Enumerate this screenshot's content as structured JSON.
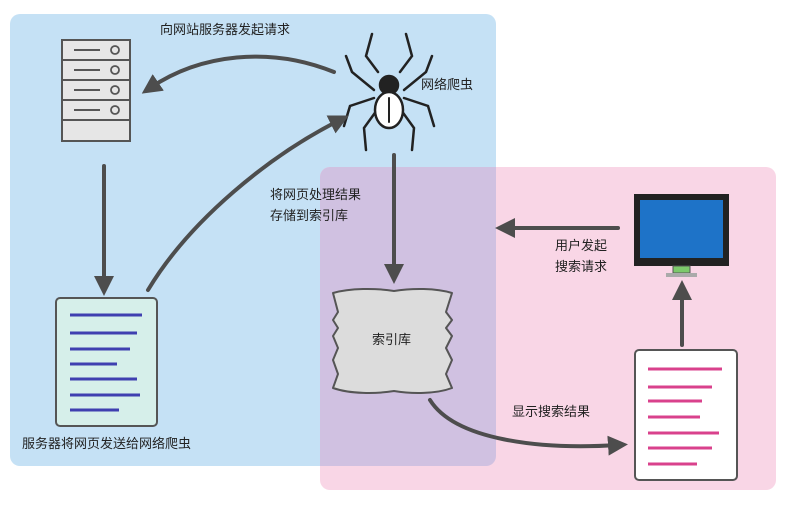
{
  "labels": {
    "request_server": "向网站服务器发起请求",
    "web_crawler": "网络爬虫",
    "store_to_index_line1": "将网页处理结果",
    "store_to_index_line2": "存储到索引库",
    "user_request_line1": "用户发起",
    "user_request_line2": "搜索请求",
    "index_db": "索引库",
    "show_results": "显示搜索结果",
    "server_sends_page": "服务器将网页发送给网络爬虫"
  },
  "colors": {
    "crawler_zone": "#c5e1f5",
    "search_zone": "#f9d6e6",
    "overlap": "#d0c1e1",
    "server_body": "#e6e6e6",
    "document_fill": "#d6efea",
    "document_lines": "#3f3fb0",
    "result_lines": "#d9418c",
    "monitor_screen": "#1e73c8",
    "arrow": "#4d4d4d",
    "db_fill": "#dcdcdc"
  },
  "icons": {
    "server": "server-icon",
    "spider": "spider-icon",
    "document": "document-icon",
    "database": "database-icon",
    "monitor": "monitor-icon",
    "results": "results-document-icon"
  }
}
